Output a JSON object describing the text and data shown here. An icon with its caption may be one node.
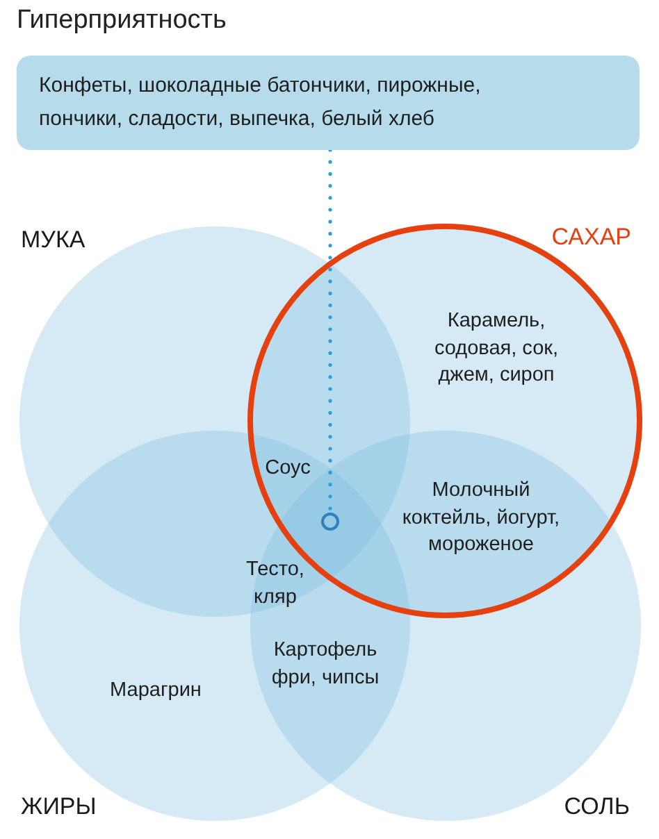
{
  "diagram": {
    "title": "Гиперприятность",
    "nodes": [
      {
        "text": [
          "Конфеты, шоколадные батончики, пирожные, пончики, сладости, выпечка, белый хлеб"
        ]
      },
      {
        "text": [
          "МУКА"
        ]
      },
      {
        "text": [
          "САХАР"
        ]
      },
      {
        "text": [
          "ЖИРЫ"
        ]
      },
      {
        "text": [
          "СОЛЬ"
        ]
      },
      {
        "text": [],
        "shape": "circle"
      }
    ],
    "edges": [
      {
        "from": 0,
        "to": 5,
        "arrow": "none",
        "style": "dashed"
      }
    ],
    "labels": [
      "Карамель, содовая, сок, джем, сироп",
      "Соус",
      "Молочный коктейль, йогурт, мороженое",
      "Тесто, кляр",
      "Картофель фри, чипсы",
      "Марагрин"
    ]
  }
}
